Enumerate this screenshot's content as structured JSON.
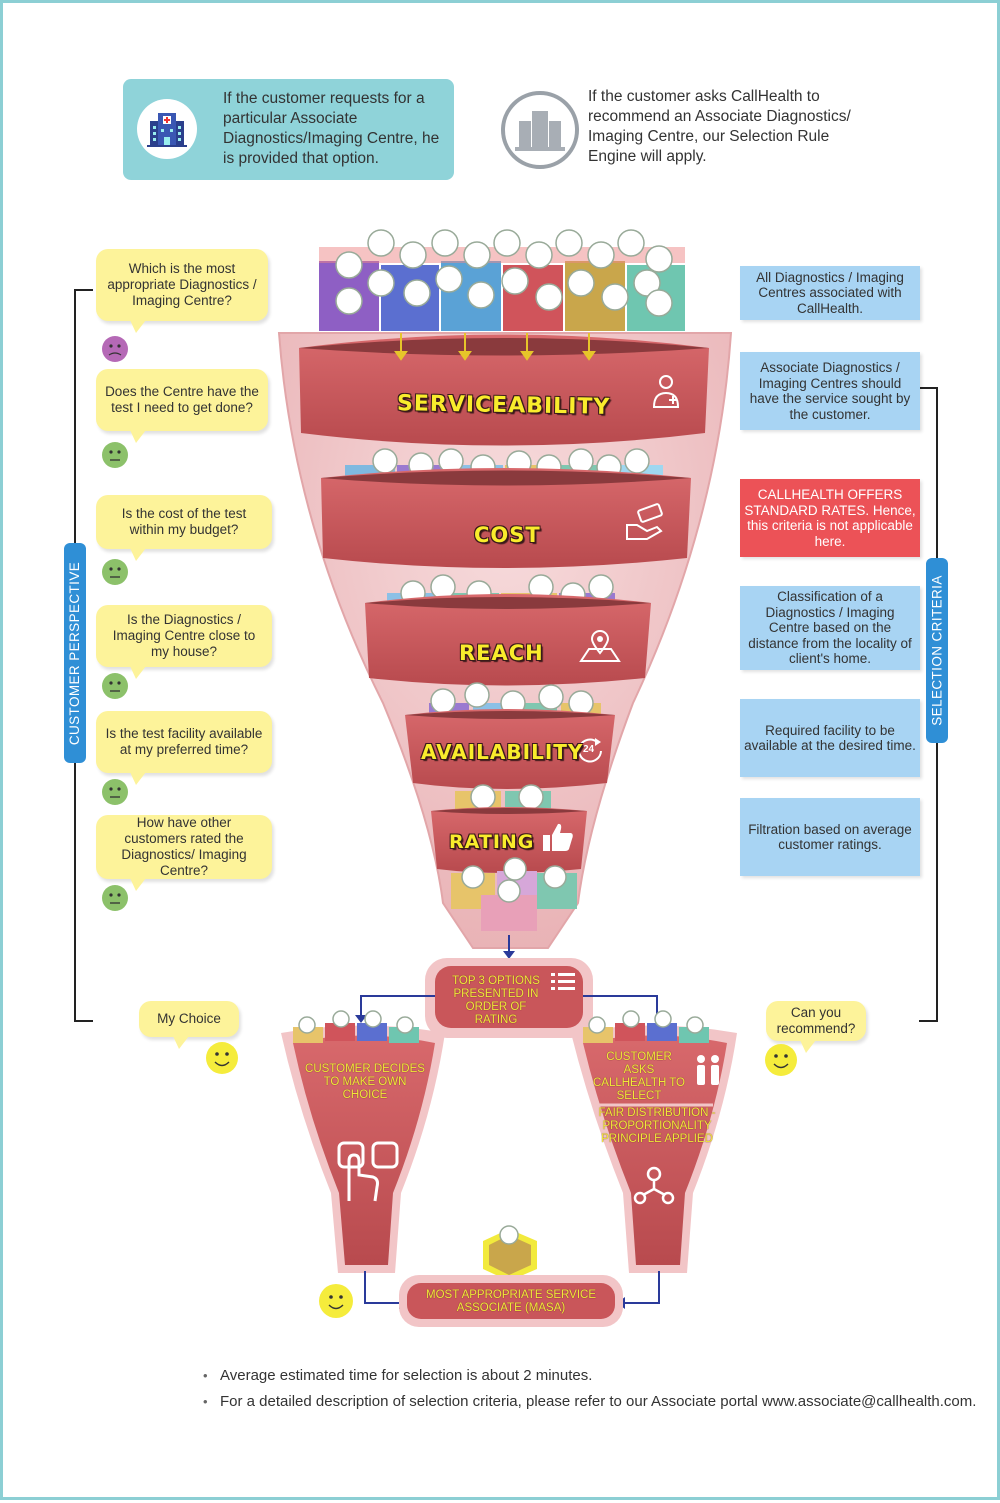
{
  "top": {
    "left_text": "If the customer requests for a particular Associate Diagnostics/Imaging Centre, he is provided that option.",
    "right_text": "If the customer asks CallHealth to recommend an Associate Diagnostics/ Imaging Centre, our Selection Rule Engine will apply."
  },
  "customer_perspective": {
    "label": "CUSTOMER PERSPECTIVE",
    "questions": [
      "Which is the most appropriate Diagnostics / Imaging Centre?",
      "Does the Centre have the test I need to get done?",
      "Is the cost of the test within my budget?",
      "Is the Diagnostics / Imaging Centre close to my house?",
      "Is the test facility available at my preferred time?",
      "How have other customers rated the Diagnostics/ Imaging Centre?"
    ],
    "my_choice": "My Choice",
    "can_you_recommend": "Can you recommend?"
  },
  "selection_criteria": {
    "label": "SELECTION CRITERIA",
    "items": [
      "All Diagnostics / Imaging Centres associated with CallHealth.",
      "Associate Diagnostics / Imaging Centres should have the service sought by the customer.",
      "CALLHEALTH OFFERS STANDARD RATES. Hence, this criteria is not applicable here.",
      "Classification of a Diagnostics / Imaging Centre based on the distance from the locality of client's home.",
      "Required facility to be available at the desired time.",
      "Filtration based on average customer ratings."
    ]
  },
  "funnel": {
    "stages": [
      "SERVICEABILITY",
      "COST",
      "REACH",
      "AVAILABILITY",
      "RATING"
    ],
    "top_options": "TOP 3 OPTIONS PRESENTED IN ORDER OF RATING",
    "left_branch": "CUSTOMER DECIDES TO MAKE OWN CHOICE",
    "right_branch_1": "CUSTOMER ASKS CALLHEALTH TO SELECT",
    "right_branch_2": "FAIR DISTRIBUTION - PROPORTIONALITY PRINCIPLE APPLIED",
    "result": "MOST APPROPRIATE SERVICE ASSOCIATE (MASA)",
    "availability_badge": "24"
  },
  "notes": [
    "Average estimated time for selection is about 2 minutes.",
    "For a detailed description of selection criteria, please refer to our Associate portal www.associate@callhealth.com."
  ],
  "colors": {
    "funnel_band": "#c9565a",
    "funnel_body": "#f2c5c7",
    "bubble": "#fdf39a",
    "criteria_box": "#a8d4f3",
    "sidebar": "#2f8fd6",
    "stage_text": "#f9ec2c",
    "alert_box": "#ec5257"
  },
  "icons": [
    "hospital-icon",
    "buildings-icon",
    "doctor-icon",
    "money-hand-icon",
    "map-pin-icon",
    "clock-24-icon",
    "thumbs-up-icon",
    "list-icon",
    "touch-select-icon",
    "people-icon",
    "network-icon",
    "face-icon"
  ]
}
